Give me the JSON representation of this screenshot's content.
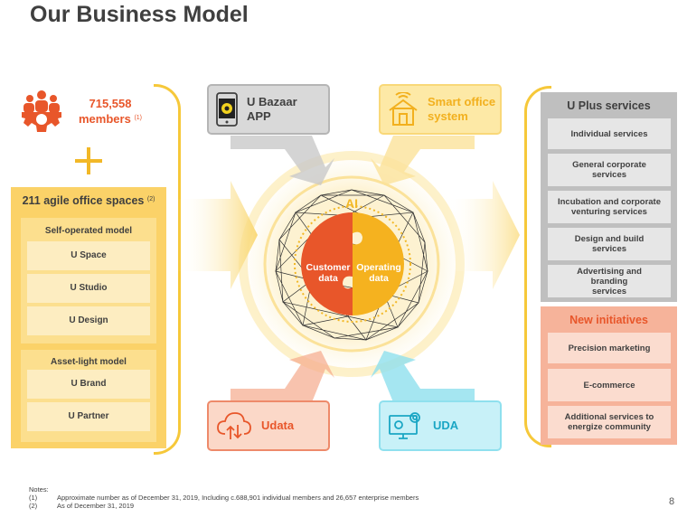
{
  "title": "Our Business Model",
  "members": {
    "count": "715,558",
    "label": "members",
    "footnote_ref": "(1)",
    "icon": "people-gear-icon"
  },
  "office_spaces": {
    "title": "211 agile office spaces",
    "footnote_ref": "(2)",
    "self_operated": {
      "label": "Self-operated model",
      "items": [
        "U Space",
        "U Studio",
        "U Design"
      ]
    },
    "asset_light": {
      "label": "Asset-light model",
      "items": [
        "U Brand",
        "U Partner"
      ]
    }
  },
  "center": {
    "inputs": [
      {
        "label_line1": "U Bazaar",
        "label_line2": "APP",
        "icon": "smartphone-icon"
      },
      {
        "label_line1": "Smart office",
        "label_line2": "system",
        "icon": "smart-building-icon"
      },
      {
        "label_line1": "Udata",
        "label_line2": "",
        "icon": "cloud-sync-icon"
      },
      {
        "label_line1": "UDA",
        "label_line2": "",
        "icon": "monitor-gears-icon"
      }
    ],
    "ai_label": "AI",
    "customer_data": {
      "line1": "Customer",
      "line2": "data"
    },
    "operating_data": {
      "line1": "Operating",
      "line2": "data"
    }
  },
  "uplus": {
    "title": "U Plus services",
    "items": [
      [
        "Individual services"
      ],
      [
        "General corporate",
        "services"
      ],
      [
        "Incubation and corporate",
        "venturing services"
      ],
      [
        "Design and build",
        "services"
      ],
      [
        "Advertising and",
        "branding",
        "services"
      ]
    ]
  },
  "new_initiatives": {
    "title": "New initiatives",
    "items": [
      [
        "Precision marketing"
      ],
      [
        "E-commerce"
      ],
      [
        "Additional services to",
        "energize community"
      ]
    ]
  },
  "notes": {
    "heading": "Notes:",
    "items": [
      {
        "num": "(1)",
        "text": "Approximate number as of December 31, 2019, Including c.688,901 individual members and 26,657 enterprise members"
      },
      {
        "num": "(2)",
        "text": "As of December 31, 2019"
      }
    ]
  },
  "page_number": "8",
  "colors": {
    "orange": "#e8562a",
    "yellow": "#f2b827",
    "gray": "#bfbfbf",
    "salmon": "#f6b39a",
    "cyan": "#8fe0ee"
  }
}
